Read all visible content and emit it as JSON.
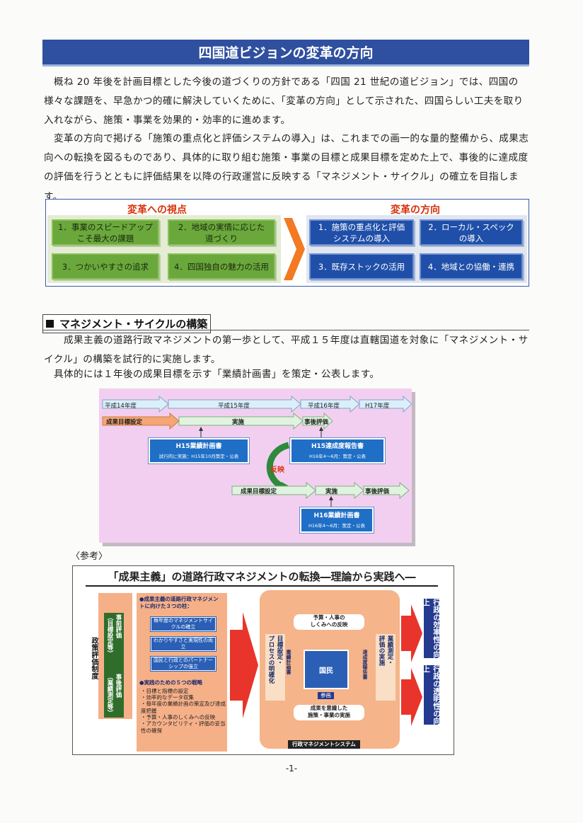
{
  "title": "四国道ビジョンの変革の方向",
  "intro": [
    "概ね 20 年後を計画目標とした今後の道づくりの方針である「四国 21 世紀の道ビジョン」では、四国の様々な課題を、早急かつ的確に解決していくために、「変革の方向」として示された、四国らしい工夫を取り入れながら、施策・事業を効果的・効率的に進めます。",
    "変革の方向で掲げる「施策の重点化と評価システムの導入」は、これまでの画一的な量的整備から、成果志向への転換を図るものであり、具体的に取り組む施策・事業の目標と成果目標を定めた上で、事後的に達成度の評価を行うとともに評価結果を以降の行政運営に反映する「マネジメント・サイクル」の確立を目指します。"
  ],
  "reform": {
    "viewpoints_heading": "変革への視点",
    "viewpoints": [
      "1．事業のスピードアップ\nこそ最大の課題",
      "2．地域の実情に応じた\n道づくり",
      "3．つかいやすさの追求",
      "4．四国独自の魅力の活用"
    ],
    "directions_heading": "変革の方向",
    "directions": [
      "1．施策の重点化と評価\nシステムの導入",
      "2．ローカル・スペック\nの導入",
      "3．既存ストックの活用",
      "4．地域との協働・連携"
    ]
  },
  "section2": {
    "heading": "マネジメント・サイクルの構築",
    "p1": "成果主義の道路行政マネジメントの第一歩として、平成１５年度は直轄国道を対象に「マネジメント・サイクル」の構築を試行的に実施します。",
    "p2": "具体的には１年後の成果目標を示す「業績計画書」を策定・公表します。"
  },
  "timeline": {
    "years": [
      "平成14年度",
      "平成15年度",
      "平成16年度",
      "H17年度"
    ],
    "row1": [
      "成果目標設定",
      "実施",
      "事後評価"
    ],
    "report_h15_plan": {
      "title": "H15業績計画書",
      "sub": "試行的に実施：H15年10月策定・公表"
    },
    "report_h15_result": {
      "title": "H15達成度報告書",
      "sub": "H16年4～6月：策定・公表"
    },
    "feedback": "反映",
    "row2": [
      "成果目標設定",
      "実施",
      "事後評価"
    ],
    "report_h16_plan": {
      "title": "H16業績計画書",
      "sub": "H16年4～6月：策定・公表"
    }
  },
  "reference": {
    "label": "〈参考〉",
    "title": "「成果主義」の道路行政マネジメントの転換―理論から実践へ―",
    "eval_system": "政策評価制度",
    "pre_eval": "事前評価\n（目標設定等）",
    "post_eval": "事後評価\n（業績測定等）",
    "pillars_heading": "●成果主義の道路行政マネジメントに向けた３つの柱：",
    "pillars": [
      "毎年度のマネジメントサイクルの確立",
      "わかりやすさと実現性の両立",
      "国民と行政とのパートナーシップの強立"
    ],
    "strategies_heading": "●実践のための５つの戦略",
    "strategies": [
      "・目標と指標の設定",
      "・効率的なデータ収集",
      "・毎年度の業績計画の策定及び達成度把握",
      "・予算・人事のしくみへの反映",
      "・アカウンタビリティ・評価の妥当性の確保"
    ],
    "cycle_top": "予算・人事の\nしくみへの反映",
    "cycle_left": "目標設定・\nプロセスの明確化",
    "cycle_left_inner": "業績計画書",
    "cycle_right": "業績測定・\n評価の実施",
    "cycle_right_inner": "達成度報告書",
    "cycle_center": "国民",
    "cycle_participation": "参画",
    "cycle_bottom": "成果を意識した\n施策・事業の実施",
    "system_label": "行政マネジメントシステム",
    "outcome1": "行政の効率性の向上",
    "outcome2": "行政の透明性の向上"
  },
  "page_number": "-1-",
  "colors": {
    "title_bar": "#2f4f9f",
    "heading_red": "#d8310a",
    "green_box": "#6aa83c",
    "blue_box": "#1f4fa8",
    "timeline_bg": "#f2cff0",
    "cycle_orange": "#f5b48a"
  }
}
